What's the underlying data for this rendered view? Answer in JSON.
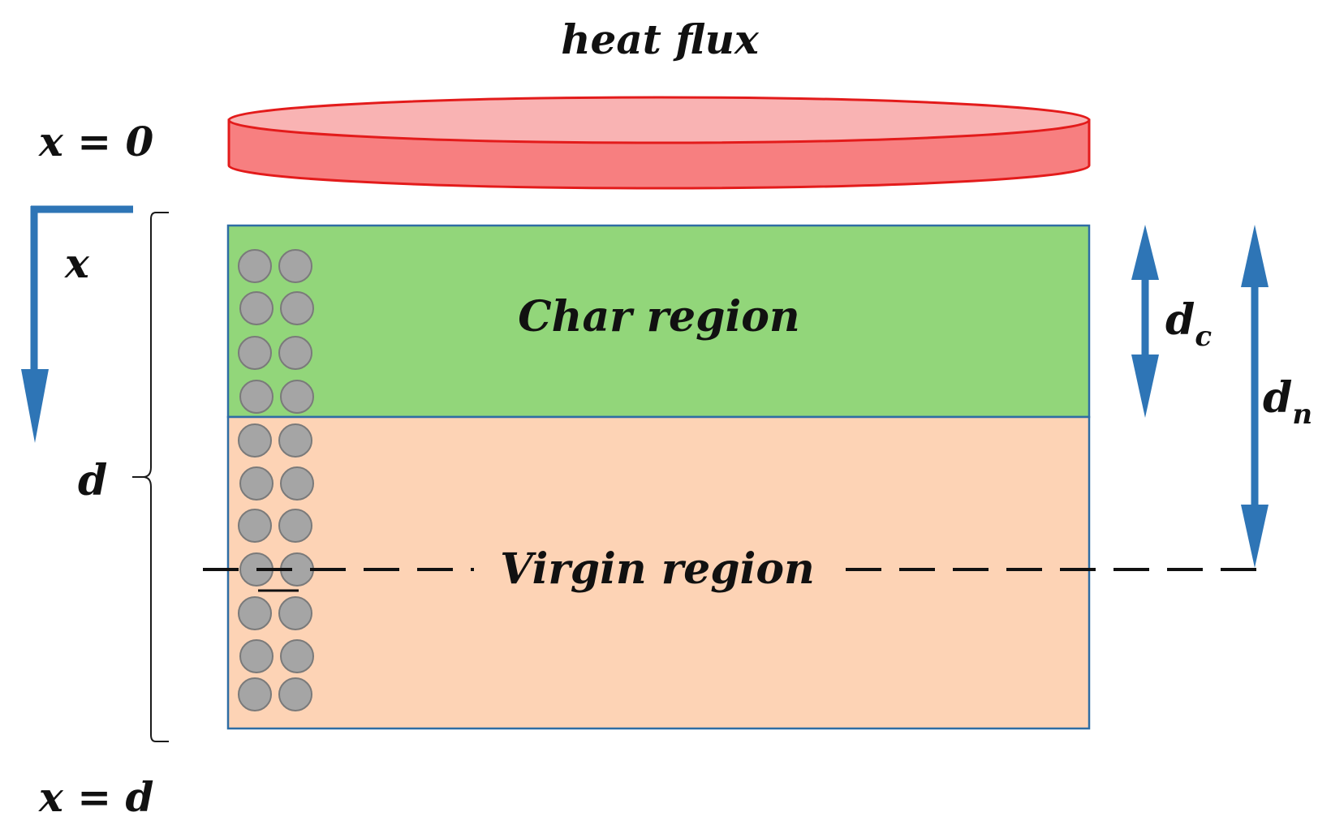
{
  "labels": {
    "heat_flux": "heat flux",
    "x_zero": "x = 0",
    "x_axis": "x",
    "d": "d",
    "x_d": "x = d",
    "char_region": "Char region",
    "virgin_region": "Virgin region",
    "dc_main": "d",
    "dc_sub": "c",
    "dn_main": "d",
    "dn_sub": "n"
  },
  "colors": {
    "heater_top": "#f9b3b3",
    "heater_side": "#f77f80",
    "heater_stroke": "#e31b1b",
    "char_fill": "#92d67a",
    "virgin_fill": "#fdd3b5",
    "box_stroke": "#2e6da4",
    "arrow": "#2e75b6",
    "particle_fill": "#a5a5a5",
    "particle_stroke": "#7a7a7a",
    "text": "#111111"
  }
}
